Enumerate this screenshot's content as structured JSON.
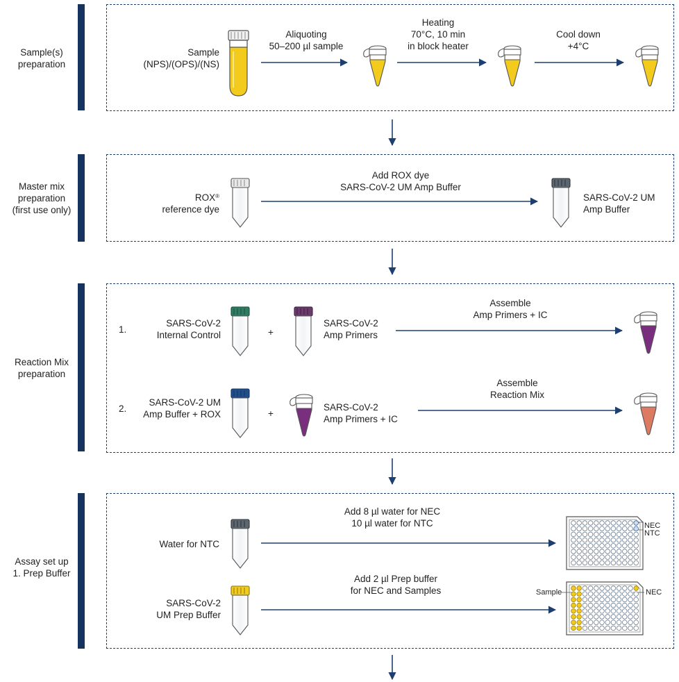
{
  "colors": {
    "navy": "#16335f",
    "arrow": "#1c3f70",
    "yellow": "#f2cb1d",
    "purple": "#7a2f7e",
    "salmon": "#dd7a62",
    "green_cap": "#2e7d63",
    "blue_cap": "#1f4f8a",
    "gray_cap": "#555b63"
  },
  "stages": [
    {
      "label_lines": [
        "Sample(s)",
        "preparation"
      ]
    },
    {
      "label_lines": [
        "Master mix",
        "preparation",
        "(first use only)"
      ]
    },
    {
      "label_lines": [
        "Reaction Mix",
        "preparation"
      ]
    },
    {
      "label_lines": [
        "Assay set up",
        "1. Prep Buffer"
      ]
    }
  ],
  "sample_prep": {
    "sample_label": [
      "Sample",
      "(NPS)/(OPS)/(NS)"
    ],
    "step1": [
      "Aliquoting",
      "50–200 µl sample"
    ],
    "step2": [
      "Heating",
      "70°C, 10 min",
      "in block heater"
    ],
    "step3": [
      "Cool down",
      "+4°C"
    ]
  },
  "master_mix": {
    "rox_label_1": "ROX",
    "rox_reg": "®",
    "rox_label_2": "reference dye",
    "step": [
      "Add ROX dye",
      "SARS-CoV-2 UM Amp Buffer"
    ],
    "result": [
      "SARS-CoV-2 UM",
      "Amp Buffer"
    ]
  },
  "reaction_mix": {
    "row1": {
      "num": "1.",
      "left": [
        "SARS-CoV-2",
        "Internal Control"
      ],
      "plus": "+",
      "right": [
        "SARS-CoV-2",
        "Amp Primers"
      ],
      "step": [
        "Assemble",
        "Amp Primers + IC"
      ]
    },
    "row2": {
      "num": "2.",
      "left": [
        "SARS-CoV-2 UM",
        "Amp Buffer + ROX"
      ],
      "plus": "+",
      "right": [
        "SARS-CoV-2",
        "Amp Primers + IC"
      ],
      "step": [
        "Assemble",
        "Reaction Mix"
      ]
    }
  },
  "assay_setup": {
    "water_label": "Water for NTC",
    "step1": [
      "Add 8 µl water for NEC",
      "10 µl water for NTC"
    ],
    "plate1_labels": [
      "NEC",
      "NTC"
    ],
    "prep_label": [
      "SARS-CoV-2",
      "UM Prep Buffer"
    ],
    "step2": [
      "Add 2 µl Prep buffer",
      "for NEC and Samples"
    ],
    "plate2_labels": {
      "sample": "Sample",
      "nec": "NEC"
    }
  }
}
